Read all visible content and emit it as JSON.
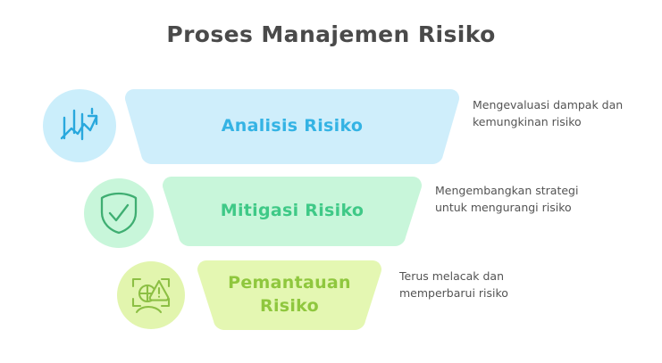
{
  "page": {
    "title": "Proses Manajemen Risiko",
    "background_color": "#ffffff",
    "title_color": "#4a4a4a",
    "description_color": "#545454"
  },
  "steps": [
    {
      "label": "Analisis Risiko",
      "description": "Mengevaluasi dampak dan kemungkinan risiko",
      "icon": "chart-trend-up-icon",
      "band_color": "#cfeefb",
      "circle_color": "#cbeefb",
      "accent_color": "#34b3e4",
      "icon_stroke_color": "#29a8dd"
    },
    {
      "label": "Mitigasi Risiko",
      "description": "Mengembangkan strategi untuk mengurangi risiko",
      "icon": "shield-check-icon",
      "band_color": "#c8f6da",
      "circle_color": "#c8f6da",
      "accent_color": "#3fc987",
      "icon_stroke_color": "#3fae72"
    },
    {
      "label": "Pemantauan Risiko",
      "description": "Terus melacak dan memperbarui risiko",
      "icon": "monitoring-alert-icon",
      "band_color": "#e4f7b2",
      "circle_color": "#e2f5ae",
      "accent_color": "#8fc73e",
      "icon_stroke_color": "#8cbf44"
    }
  ]
}
